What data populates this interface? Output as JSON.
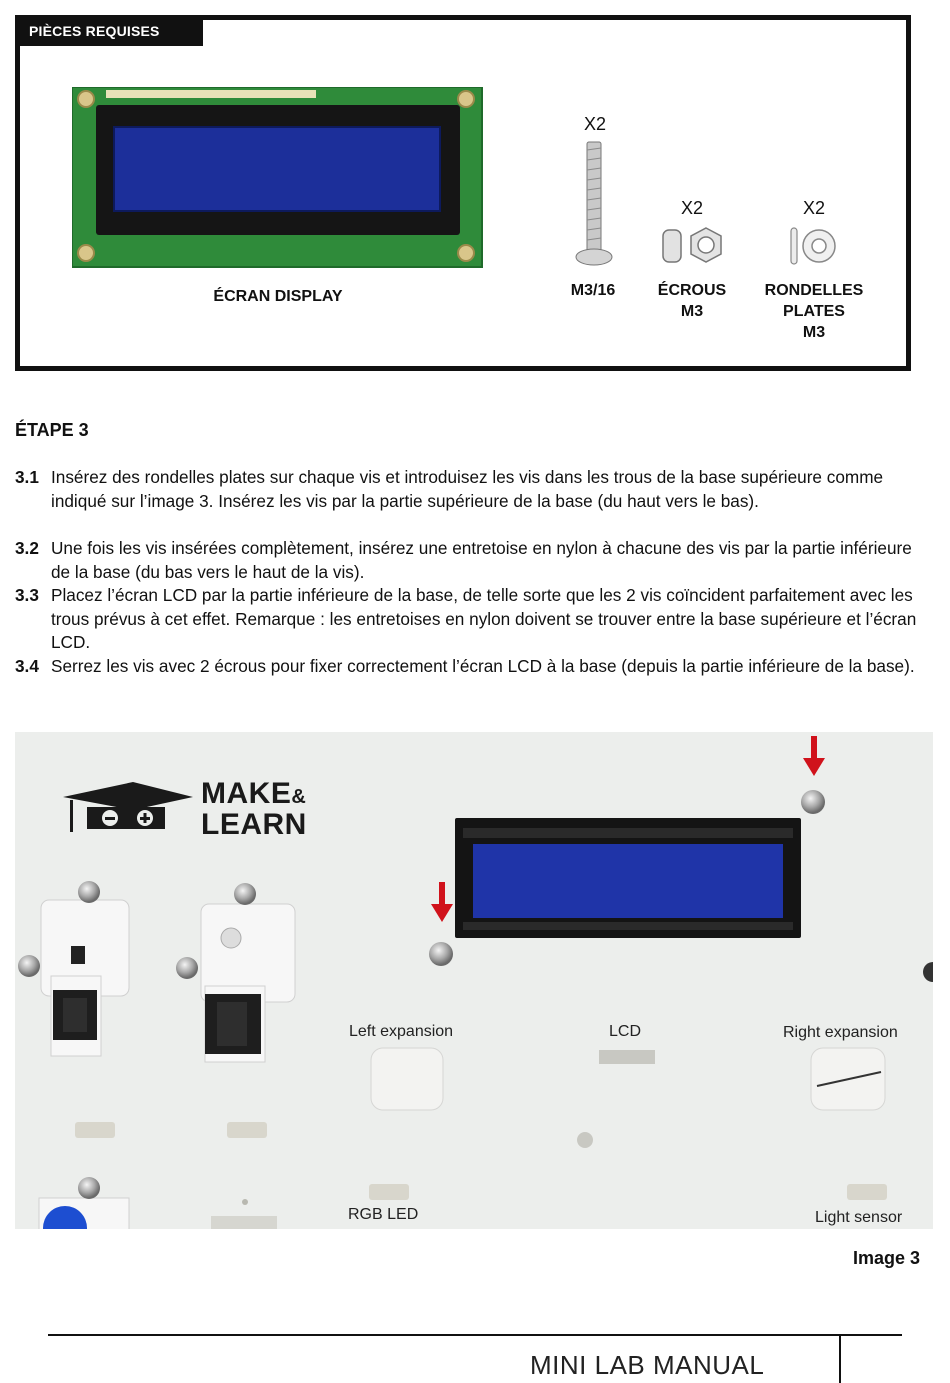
{
  "parts": {
    "tab_title": "PIÈCES REQUISES",
    "items": [
      {
        "name": "ÉCRAN DISPLAY",
        "qty": ""
      },
      {
        "name": "M3/16",
        "qty": "X2"
      },
      {
        "name_line1": "ÉCROUS",
        "name_line2": "M3",
        "qty": "X2"
      },
      {
        "name_line1": "RONDELLES",
        "name_line2": "PLATES",
        "name_line3": "M3",
        "qty": "X2"
      }
    ]
  },
  "step": {
    "title": "ÉTAPE 3",
    "items": [
      {
        "num": "3.1",
        "text": "Insérez des rondelles plates sur chaque vis et introduisez les vis dans les trous de la base supérieure comme indiqué sur l’image 3. Insérez les vis par la partie supérieure de la base (du haut vers le bas)."
      },
      {
        "num": "3.2",
        "text": "Une fois les vis insérées complètement, insérez une entretoise en nylon à chacune des vis par la partie inférieure de la base (du bas vers le haut de la vis)."
      },
      {
        "num": "3.3",
        "text": "Placez l’écran LCD par la partie inférieure de la base, de telle sorte que les 2 vis coïncident parfaitement avec les trous prévus à cet effet. Remarque : les entretoises en nylon doivent se trouver entre la base supérieure et l’écran LCD."
      },
      {
        "num": "3.4",
        "text": "Serrez les vis avec 2 écrous pour fixer correctement l’écran LCD à la base (depuis la partie inférieure de la base)."
      }
    ]
  },
  "photo": {
    "logo_line1": "MAKE",
    "logo_amp": "&",
    "logo_line2": "LEARN",
    "labels": {
      "left_expansion": "Left expansion",
      "lcd": "LCD",
      "right_expansion": "Right expansion",
      "rgb_led": "RGB LED",
      "light_sensor": "Light sensor"
    },
    "caption": "Image 3"
  },
  "footer": {
    "title": "MINI LAB MANUAL"
  },
  "colors": {
    "arrow": "#d0121b",
    "pcb": "#2e8a3a",
    "lcd": "#1c2f9a",
    "box_border": "#111111"
  }
}
